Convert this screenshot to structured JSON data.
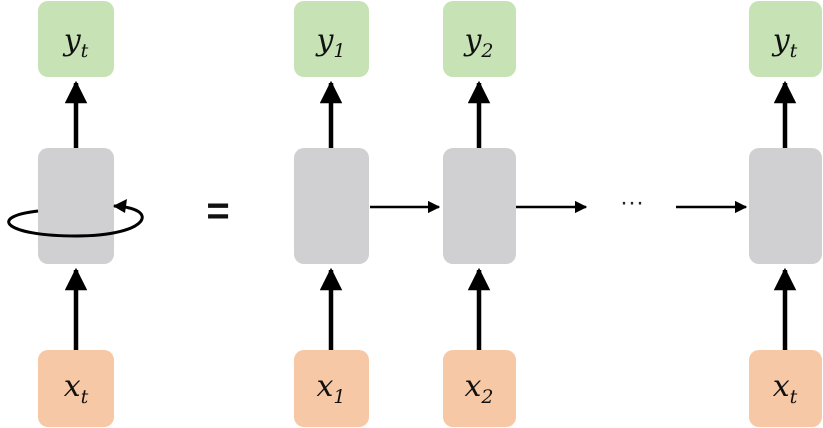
{
  "colors": {
    "output_fill": "#c7e3b5",
    "input_fill": "#f6c8a5",
    "cell_fill": "#d0cfd1",
    "stroke": "#000000"
  },
  "folded": {
    "output": {
      "base": "y",
      "sub": "t"
    },
    "input": {
      "base": "x",
      "sub": "t"
    }
  },
  "equals": "=",
  "unrolled": [
    {
      "output": {
        "base": "y",
        "sub": "1"
      },
      "input": {
        "base": "x",
        "sub": "1"
      }
    },
    {
      "output": {
        "base": "y",
        "sub": "2"
      },
      "input": {
        "base": "x",
        "sub": "2"
      }
    },
    {
      "output": {
        "base": "y",
        "sub": "t"
      },
      "input": {
        "base": "x",
        "sub": "t"
      }
    }
  ],
  "ellipsis": "···"
}
